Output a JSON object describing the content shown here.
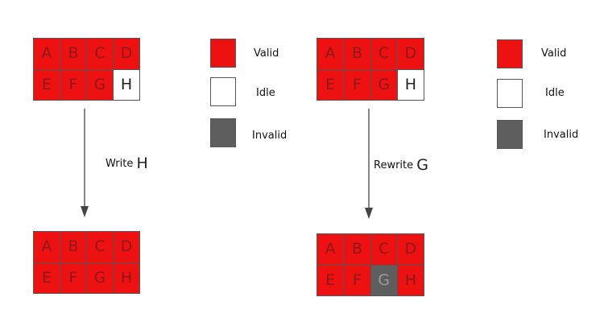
{
  "legend": {
    "valid": "Valid",
    "idle": "Idle",
    "invalid": "Invalid"
  },
  "colors": {
    "valid": "#ee1111",
    "idle": "#ffffff",
    "invalid": "#5e5e5e"
  },
  "left": {
    "before": [
      {
        "label": "A",
        "state": "valid"
      },
      {
        "label": "B",
        "state": "valid"
      },
      {
        "label": "C",
        "state": "valid"
      },
      {
        "label": "D",
        "state": "valid"
      },
      {
        "label": "E",
        "state": "valid"
      },
      {
        "label": "F",
        "state": "valid"
      },
      {
        "label": "G",
        "state": "valid"
      },
      {
        "label": "H",
        "state": "idle"
      }
    ],
    "action_verb": "Write",
    "action_target": "H",
    "after": [
      {
        "label": "A",
        "state": "valid"
      },
      {
        "label": "B",
        "state": "valid"
      },
      {
        "label": "C",
        "state": "valid"
      },
      {
        "label": "D",
        "state": "valid"
      },
      {
        "label": "E",
        "state": "valid"
      },
      {
        "label": "F",
        "state": "valid"
      },
      {
        "label": "G",
        "state": "valid"
      },
      {
        "label": "H",
        "state": "valid"
      }
    ]
  },
  "right": {
    "before": [
      {
        "label": "A",
        "state": "valid"
      },
      {
        "label": "B",
        "state": "valid"
      },
      {
        "label": "C",
        "state": "valid"
      },
      {
        "label": "D",
        "state": "valid"
      },
      {
        "label": "E",
        "state": "valid"
      },
      {
        "label": "F",
        "state": "valid"
      },
      {
        "label": "G",
        "state": "valid"
      },
      {
        "label": "H",
        "state": "idle"
      }
    ],
    "action_verb": "Rewrite",
    "action_target": "G",
    "after": [
      {
        "label": "A",
        "state": "valid"
      },
      {
        "label": "B",
        "state": "valid"
      },
      {
        "label": "C",
        "state": "valid"
      },
      {
        "label": "D",
        "state": "valid"
      },
      {
        "label": "E",
        "state": "valid"
      },
      {
        "label": "F",
        "state": "valid"
      },
      {
        "label": "G",
        "state": "invalid"
      },
      {
        "label": "H",
        "state": "valid"
      }
    ]
  }
}
